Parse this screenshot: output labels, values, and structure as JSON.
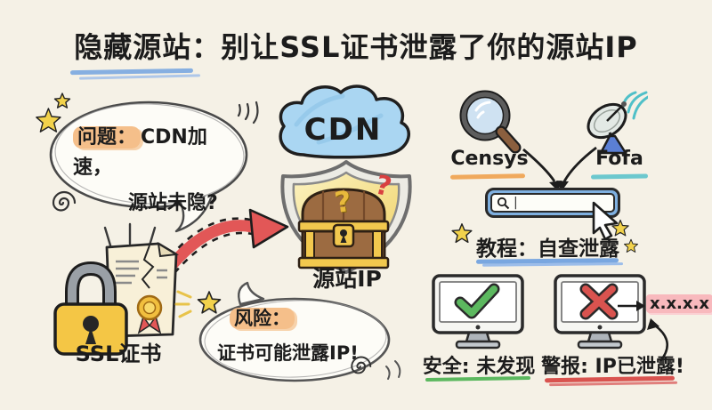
{
  "title": {
    "highlight": "隐藏源站",
    "rest": "：别让SSL证书泄露了你的源站IP"
  },
  "bubbles": {
    "problem": {
      "label": "问题：",
      "line1": "CDN加速，",
      "line2": "源站未隐?"
    },
    "risk": {
      "label": "风险：",
      "line2": "证书可能泄露IP!"
    }
  },
  "center": {
    "cloud": "CDN",
    "qmark": "?",
    "shield_caption": "源站IP"
  },
  "ssl": {
    "caption": "SSL证书"
  },
  "tools": {
    "censys": "Censys",
    "fofa": "Fofa"
  },
  "search": {
    "cursor": "|"
  },
  "tutorial": {
    "caption": "教程：自查泄露"
  },
  "results": {
    "safe": "安全: 未发现",
    "alert": "警报: IP已泄露!",
    "ip": "x.x.x.x"
  },
  "colors": {
    "background": "#f5f1e6",
    "title_underline": "#7aa7e0",
    "highlight_orange": "#f5bf8a",
    "cloud_blue": "#aad6f2",
    "shield_gold": "#f3d978",
    "chest_brown": "#9c6b41",
    "chest_gold": "#f2c84e",
    "arrow_red": "#e25757",
    "lock_yellow": "#f4c645",
    "check_green": "#5cb85f",
    "cross_red": "#d9534f",
    "censys_underline": "#f0a95c",
    "fofa_underline": "#6cc8ce",
    "tutorial_underline": "#7aa7e0",
    "safe_underline": "#5cb85f",
    "alert_underline": "#d9534f",
    "ip_highlight": "#f8b9bd"
  }
}
